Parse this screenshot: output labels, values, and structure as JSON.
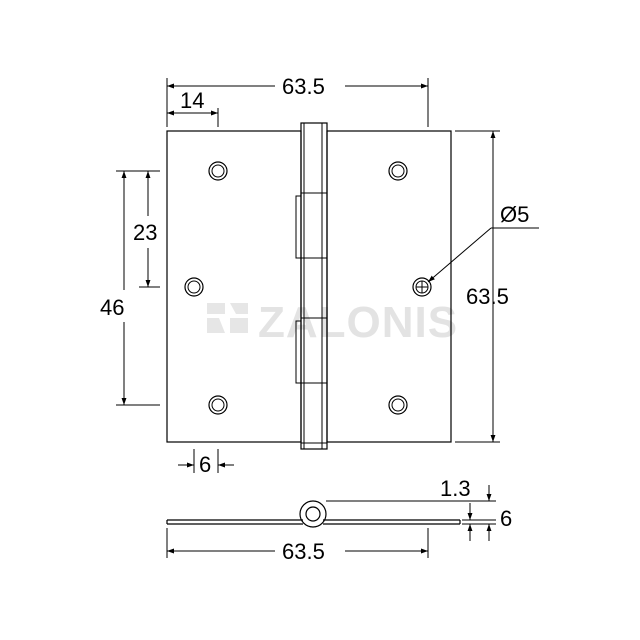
{
  "watermark": {
    "text": "ZALONIS"
  },
  "dimensions": {
    "overall_width_top": "63.5",
    "hole_offset_14": "14",
    "height_right": "63.5",
    "hole_spacing_23": "23",
    "hole_spacing_46": "46",
    "hole_diameter": "Ø5",
    "edge_offset_6": "6",
    "knuckle_thickness": "1.3",
    "leaf_thickness": "6",
    "overall_width_bottom": "63.5"
  },
  "icons": {
    "logo": "zalonis-logo-icon"
  }
}
